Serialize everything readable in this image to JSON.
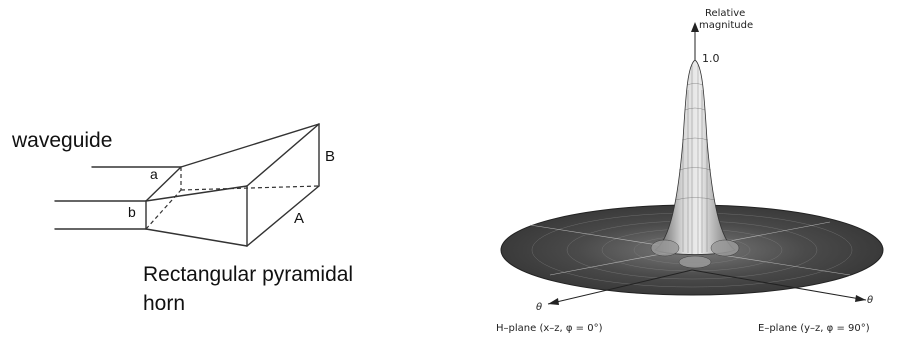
{
  "horn": {
    "waveguide_label": "waveguide",
    "dim_a": "a",
    "dim_b": "b",
    "dim_A": "A",
    "dim_B": "B",
    "caption_line1": "Rectangular pyramidal",
    "caption_line2": "horn"
  },
  "pattern": {
    "z_label_line1": "Relative",
    "z_label_line2": "magnitude",
    "peak_value": "1.0",
    "theta_left": "θ",
    "theta_right": "θ",
    "h_plane": "H–plane (x–z, φ = 0°)",
    "e_plane": "E–plane (y–z, φ = 90°)"
  }
}
